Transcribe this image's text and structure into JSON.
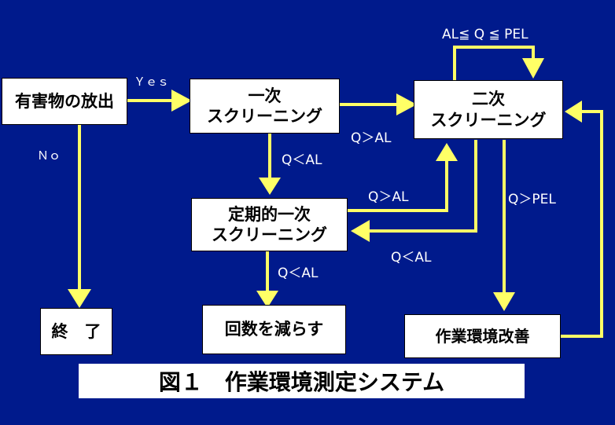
{
  "diagram": {
    "nodes": {
      "release": "有害物の放出",
      "primary": "一次\nスクリーニング",
      "secondary": "二次\nスクリーニング",
      "periodic": "定期的一次\nスクリーニング",
      "end": "終　了",
      "reduce": "回数を減らす",
      "improve": "作業環境改善"
    },
    "labels": {
      "yes": "Ｙｅｓ",
      "no": "Ｎｏ",
      "al_range": "AL≦ Q ≦ PEL",
      "q_gt_al_1": "Q＞AL",
      "q_lt_al_1": "Q＜AL",
      "q_gt_al_2": "Q＞AL",
      "q_lt_al_2": "Q＜AL",
      "q_lt_al_3": "Q＜AL",
      "q_gt_pel": "Q＞PEL"
    },
    "caption": "図１　作業環境測定システム",
    "colors": {
      "background": "#001A8C",
      "arrow": "#FFFF66",
      "box": "#FFFFFF"
    }
  }
}
